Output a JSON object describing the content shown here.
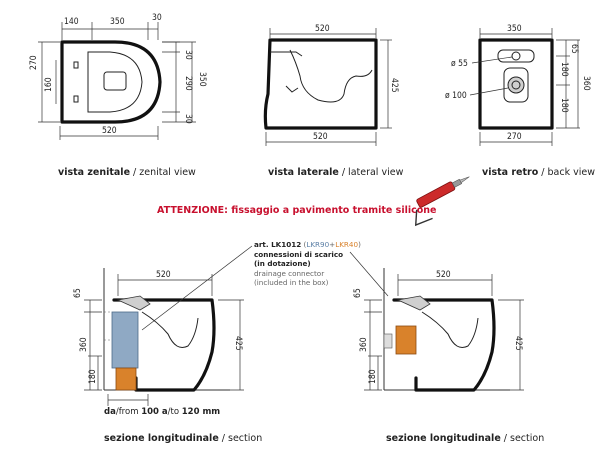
{
  "zenital": {
    "dims": {
      "top_left": "140",
      "top_mid": "350",
      "top_right": "30",
      "right_a": "30",
      "right_b": "290",
      "right_c": "30",
      "right_total": "350",
      "left_total": "270",
      "left_inner": "160",
      "bottom": "520"
    },
    "caption_it": "vista zenitale",
    "caption_en": " / zenital view"
  },
  "lateral": {
    "dims": {
      "top": "520",
      "right": "425",
      "bottom": "520"
    },
    "caption_it": "vista laterale",
    "caption_en": " / lateral view"
  },
  "back": {
    "dims": {
      "top": "350",
      "right_top": "65",
      "right_a": "180",
      "right_total": "360",
      "right_b": "180",
      "bottom": "270",
      "d_small": "ø 55",
      "d_large": "ø 100"
    },
    "caption_it": "vista retro",
    "caption_en": " / back view"
  },
  "warning": "ATTENZIONE: fissaggio a pavimento tramite silicone",
  "section1": {
    "dims": {
      "top": "520",
      "left_top": "65",
      "left_a": "360",
      "left_b": "180",
      "right": "425"
    },
    "range": {
      "prefix": "da",
      "from_label": "/from ",
      "from_val": "100",
      "mid": " a",
      "to_label": "/to ",
      "to_val": "120 mm"
    },
    "caption_it": "sezione longitudinale",
    "caption_en": " / section"
  },
  "section2": {
    "dims": {
      "top": "520",
      "left_top": "65",
      "left_a": "360",
      "left_b": "180",
      "right": "425"
    },
    "caption_it": "sezione longitudinale",
    "caption_en": " / section"
  },
  "note": {
    "line1": "art. LK1012",
    "paren_open": " (",
    "lkr90": "LKR90",
    "plus": "+",
    "lkr40": "LKR40",
    "paren_close": ")",
    "line2": "connessioni di scarico",
    "line3": "(in dotazione)",
    "line4": "drainage connector",
    "line5": "(included in the box)"
  },
  "colors": {
    "warning": "#c8102e",
    "pipe_blue": "#8fa9c4",
    "connector_orange": "#d9822b",
    "lkr90": "#5b7fa6",
    "lkr40": "#d9822b",
    "silicone_tube": "#cc2a2a"
  }
}
